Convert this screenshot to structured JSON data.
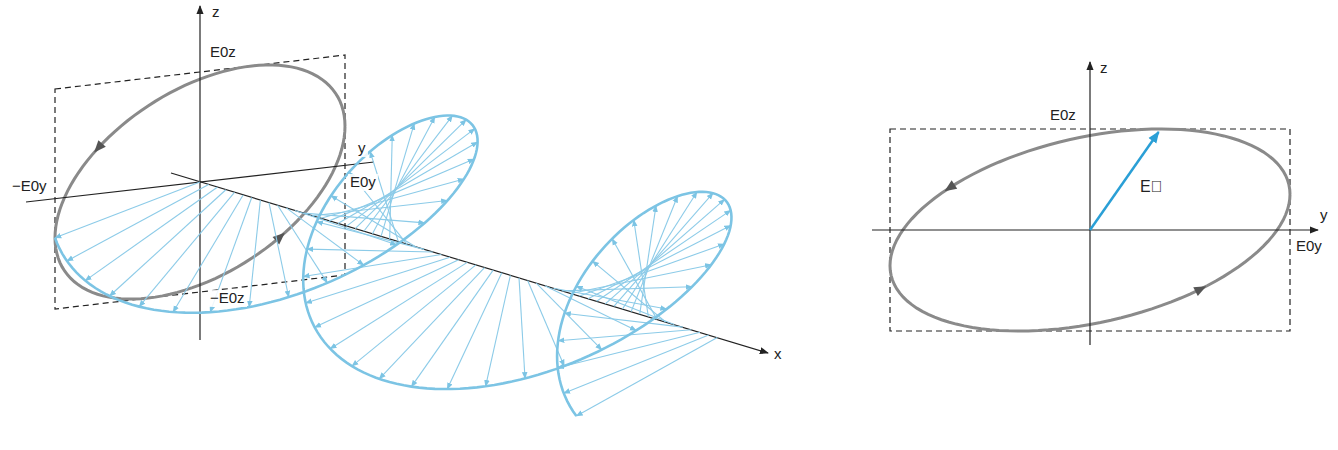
{
  "diagram": {
    "labels": [
      "z",
      "E0z",
      "y",
      "−E0y",
      "E0y",
      "−E0z",
      "x",
      "z",
      "E0z",
      "E⃗",
      "y",
      "E0y"
    ]
  }
}
